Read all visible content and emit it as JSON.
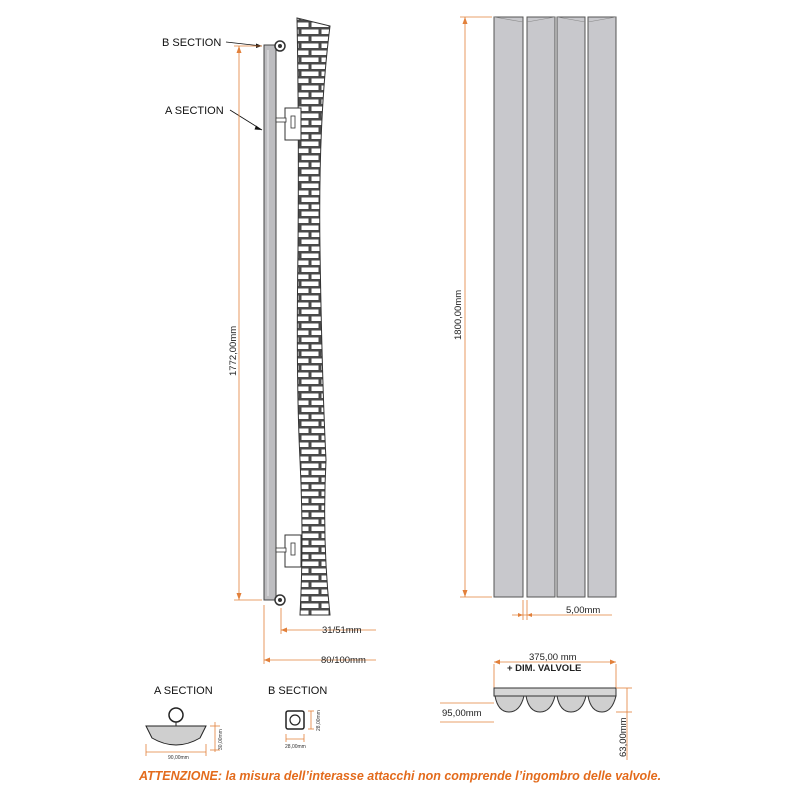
{
  "labels": {
    "b_section": "B SECTION",
    "a_section": "A SECTION",
    "a_section_title": "A SECTION",
    "b_section_title": "B SECTION"
  },
  "dimensions": {
    "interaxis": "1772,00mm",
    "height": "1800,00mm",
    "wall_distance_1": "31/51mm",
    "wall_distance_2": "80/100mm",
    "gap": "5,00mm",
    "width": "375,00 mm",
    "valves": "+ DIM. VALVOLE",
    "depth_95": "95,00mm",
    "depth_63": "63,00mm",
    "a_width": "90,00mm",
    "a_height": "30,00mm",
    "b_width": "28,00mm",
    "b_height": "28,00mm"
  },
  "notice": {
    "prefix": "ATTENZIONE:",
    "text": "  la misura dell’interasse attacchi non comprende l’ingombro delle valvole."
  },
  "colors": {
    "accent": "#e36b1c",
    "panel": "#c8c8cc"
  }
}
